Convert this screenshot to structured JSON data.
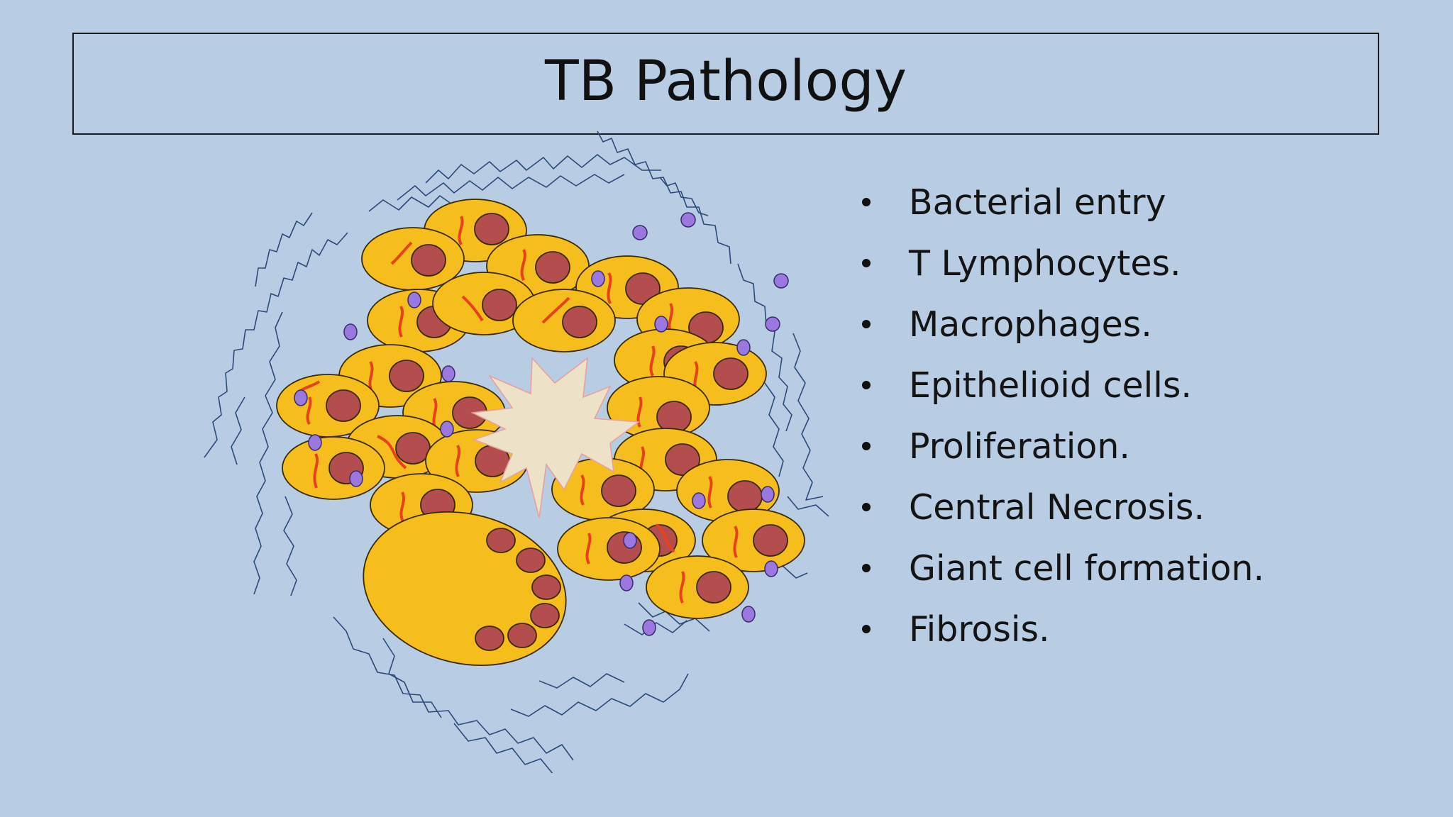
{
  "slide": {
    "title": "TB Pathology",
    "bullets": [
      "Bacterial entry",
      "T Lymphocytes.",
      "Macrophages.",
      "Epithelioid cells.",
      "Proliferation.",
      "Central Necrosis.",
      "Giant cell formation.",
      "Fibrosis."
    ]
  },
  "colors": {
    "background": "#b8cde4",
    "cell_fill": "#f5be1c",
    "nucleus_fill": "#b44d4d",
    "bacteria": "#e8421c",
    "lymphocyte": "#9a78e0",
    "fiber": "#2b4a7a",
    "necrosis": "#ede2c8"
  }
}
